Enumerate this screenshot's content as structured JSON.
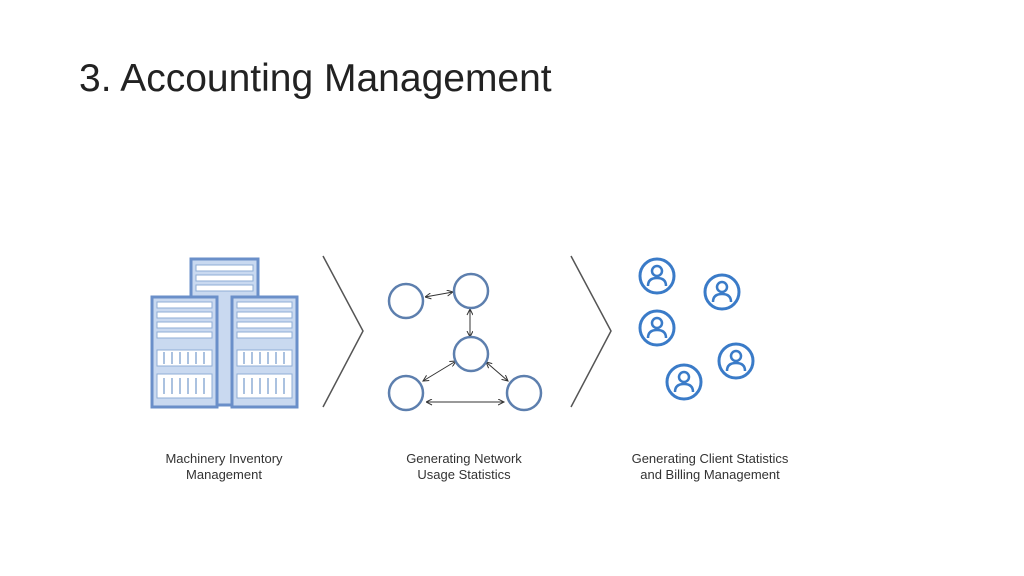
{
  "slide": {
    "title": "3. Accounting Management"
  },
  "diagram": {
    "steps": [
      {
        "caption_line1": "Machinery Inventory",
        "caption_line2": "Management",
        "icon": "server-rack-icon"
      },
      {
        "caption_line1": "Generating Network",
        "caption_line2": "Usage Statistics",
        "icon": "network-graph-icon"
      },
      {
        "caption_line1": "Generating Client Statistics",
        "caption_line2": "and Billing Management",
        "icon": "user-group-icon"
      }
    ],
    "colors": {
      "icon_fill": "#c9d9f0",
      "icon_stroke": "#6a8fc9",
      "node_stroke": "#5d7fae",
      "user_stroke": "#3a7bc8",
      "chevron": "#555555",
      "arrow": "#333333"
    }
  }
}
